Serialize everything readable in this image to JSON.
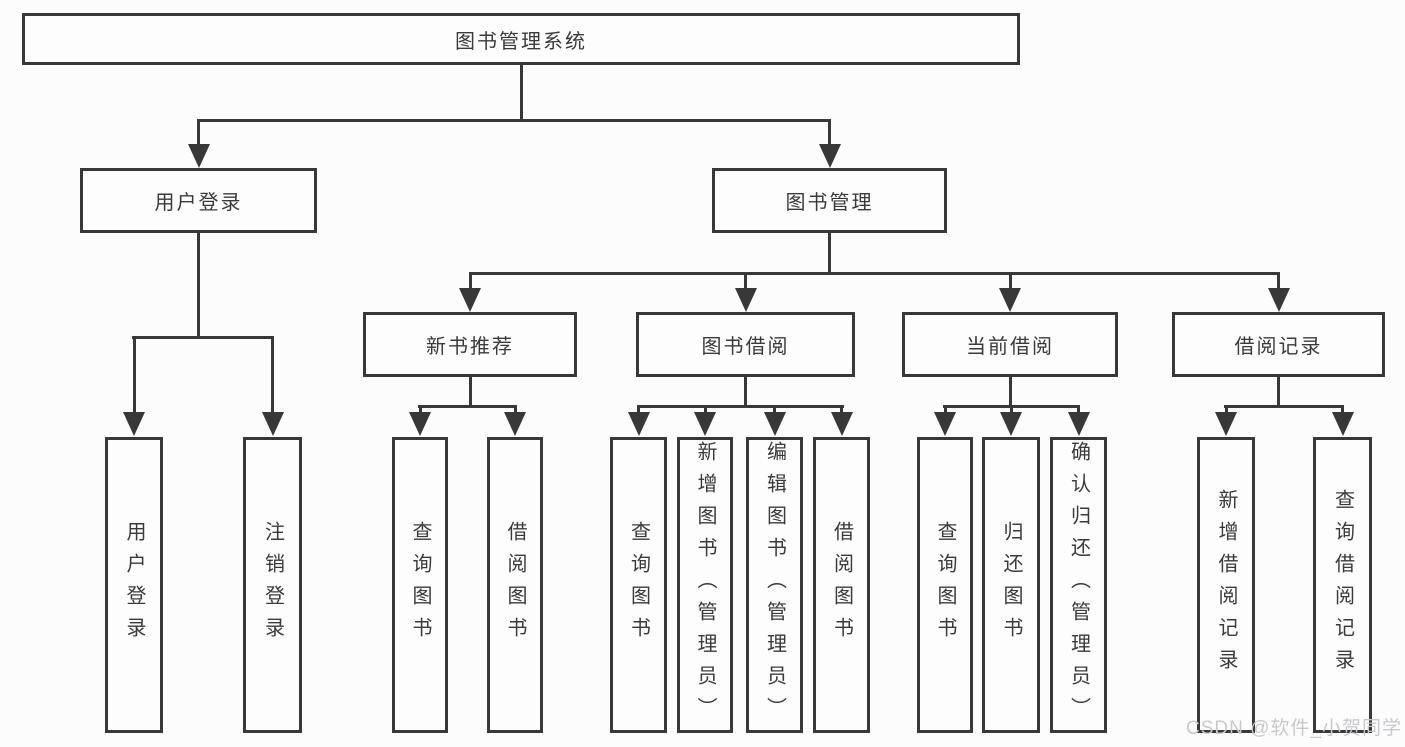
{
  "tree": {
    "root": "图书管理系统",
    "branches": [
      {
        "label": "用户登录",
        "children": [
          "用户登录",
          "注销登录"
        ]
      },
      {
        "label": "图书管理",
        "sections": [
          {
            "label": "新书推荐",
            "children": [
              "查询图书",
              "借阅图书"
            ]
          },
          {
            "label": "图书借阅",
            "children": [
              "查询图书",
              "新增图书（管理员）",
              "编辑图书（管理员）",
              "借阅图书"
            ]
          },
          {
            "label": "当前借阅",
            "children": [
              "查询图书",
              "归还图书",
              "确认归还（管理员）"
            ]
          },
          {
            "label": "借阅记录",
            "children": [
              "新增借阅记录",
              "查询借阅记录"
            ]
          }
        ]
      }
    ]
  },
  "watermark": "CSDN @软件_小贺同学",
  "colors": {
    "line": "#383838",
    "text": "#3a3a3a",
    "watermark": "#c9c9cd",
    "background": "#fcfcfc"
  }
}
